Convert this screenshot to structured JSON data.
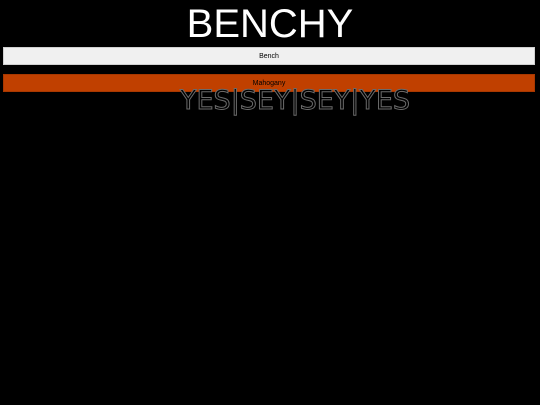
{
  "header": {
    "title": "BENCHY"
  },
  "options": {
    "first_label": "Bench",
    "second_label": "Mahogany"
  },
  "banner": {
    "text": "YES|SEY|SEY|YES"
  },
  "colors": {
    "background": "#000000",
    "title_text": "#ffffff",
    "first_bar": "#f0f0f0",
    "second_bar": "#c04000",
    "outline_text": "#6a6a6a"
  }
}
